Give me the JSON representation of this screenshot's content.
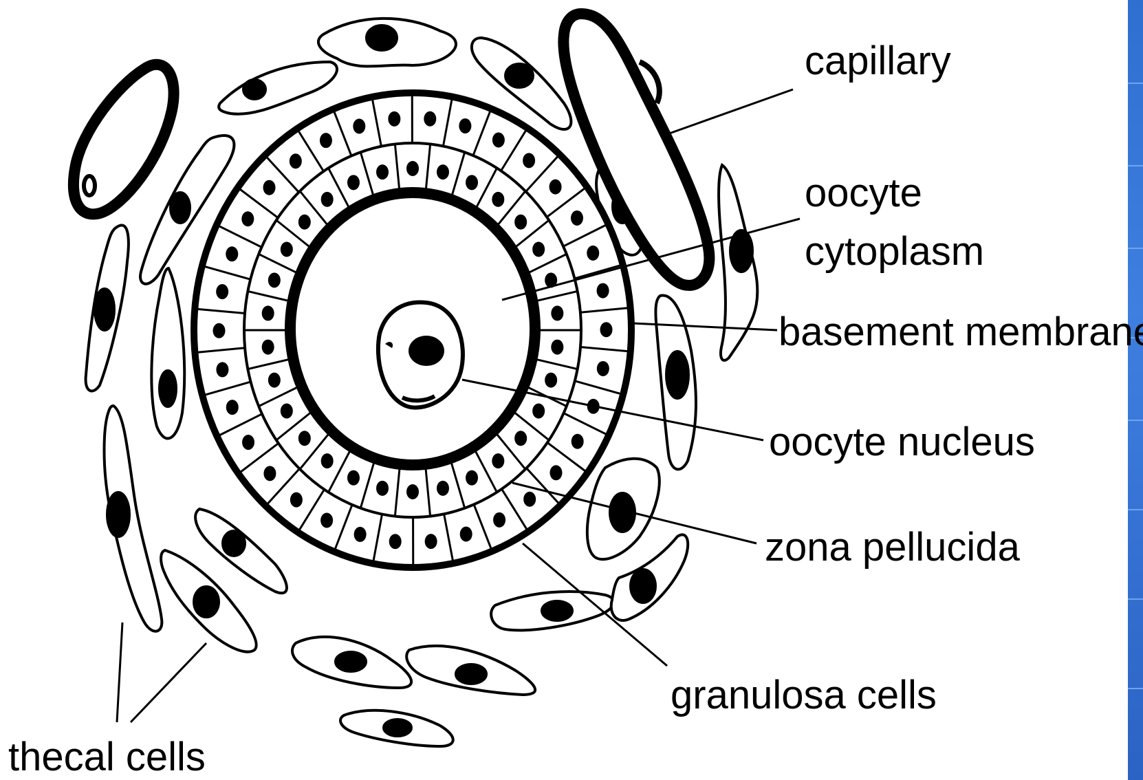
{
  "labels": {
    "capillary": "capillary",
    "oocyte_cytoplasm_line1": "oocyte",
    "oocyte_cytoplasm_line2": "cytoplasm",
    "basement_membrane": "basement membrane",
    "oocyte_nucleus": "oocyte nucleus",
    "zona_pellucida": "zona pellucida",
    "granulosa_cells": "granulosa cells",
    "thecal_cells": "thecal cells"
  },
  "colors": {
    "ink": "#000000",
    "paper": "#ffffff",
    "edge_bar": "#2f6fd0"
  }
}
